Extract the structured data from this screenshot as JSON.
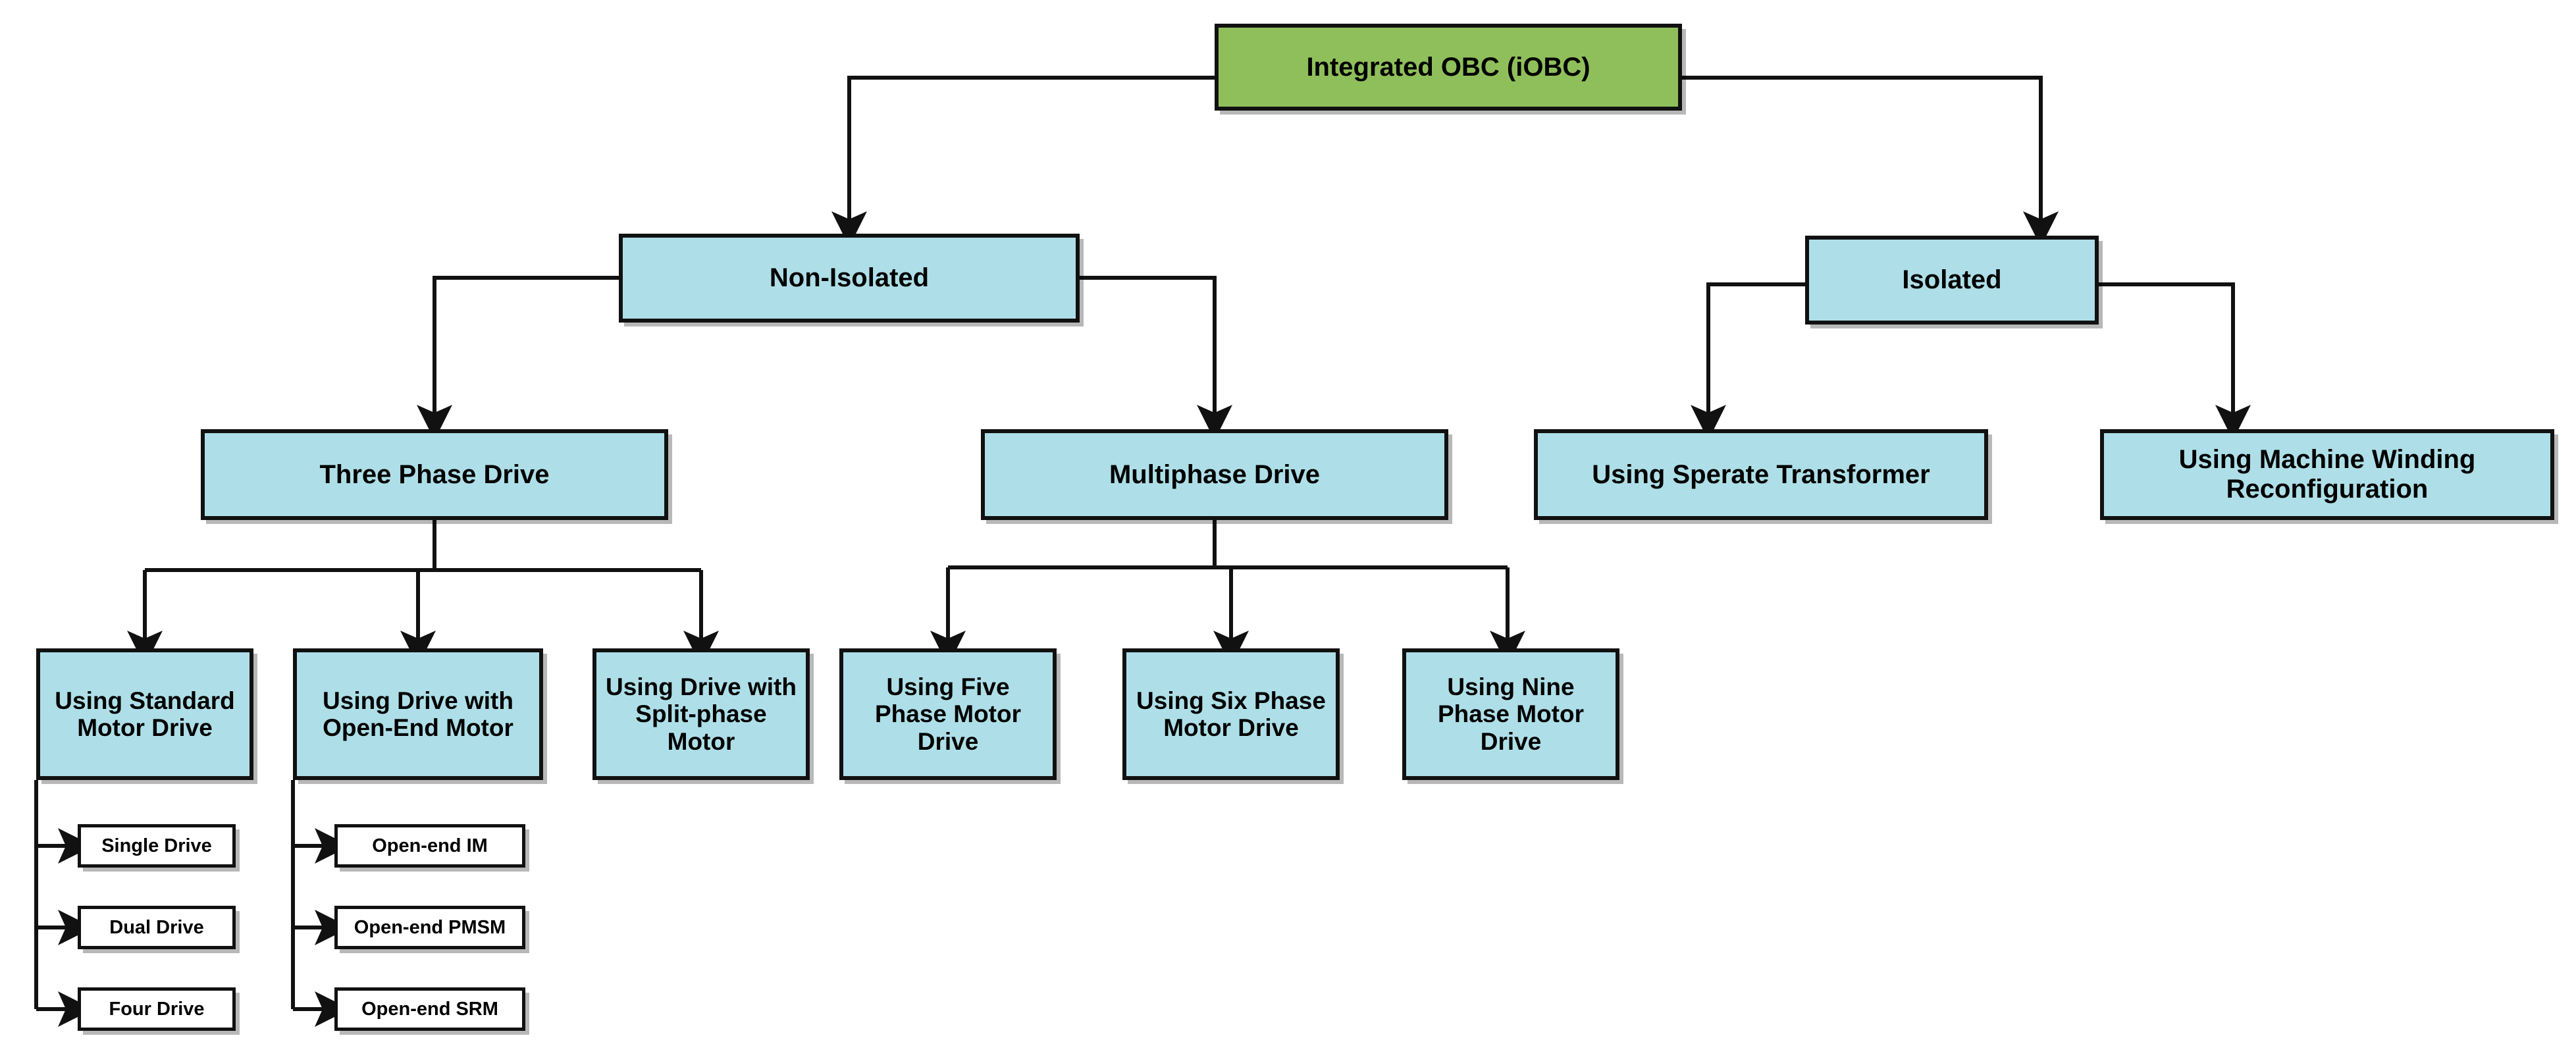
{
  "diagram": {
    "title": "Integrated OBC (iOBC) classification tree",
    "colors": {
      "root_fill": "#8FBF5A",
      "branch_fill": "#AEDFE8",
      "leaf_fill": "#FFFFFF",
      "stroke": "#111111",
      "background": "#FFFFFF"
    },
    "nodes": {
      "root": {
        "label": "Integrated OBC (iOBC)"
      },
      "non_isolated": {
        "label": "Non-Isolated"
      },
      "isolated": {
        "label": "Isolated"
      },
      "three_phase_drive": {
        "label": "Three Phase Drive"
      },
      "multiphase_drive": {
        "label": "Multiphase Drive"
      },
      "separate_transformer": {
        "label": "Using Sperate Transformer"
      },
      "machine_winding": {
        "label": "Using Machine Winding Reconfiguration"
      },
      "standard_motor_drive": {
        "label": "Using Standard Motor Drive"
      },
      "open_end_motor": {
        "label": "Using Drive with Open-End Motor"
      },
      "split_phase_motor": {
        "label": "Using Drive with Split-phase Motor"
      },
      "five_phase": {
        "label": "Using Five Phase Motor Drive"
      },
      "six_phase": {
        "label": "Using Six Phase Motor Drive"
      },
      "nine_phase": {
        "label": "Using Nine Phase Motor Drive"
      },
      "single_drive": {
        "label": "Single Drive"
      },
      "dual_drive": {
        "label": "Dual Drive"
      },
      "four_drive": {
        "label": "Four Drive"
      },
      "open_end_im": {
        "label": "Open-end IM"
      },
      "open_end_pmsm": {
        "label": "Open-end PMSM"
      },
      "open_end_srm": {
        "label": "Open-end SRM"
      }
    },
    "edges": [
      {
        "from": "root",
        "to": "non_isolated"
      },
      {
        "from": "root",
        "to": "isolated"
      },
      {
        "from": "non_isolated",
        "to": "three_phase_drive"
      },
      {
        "from": "non_isolated",
        "to": "multiphase_drive"
      },
      {
        "from": "isolated",
        "to": "separate_transformer"
      },
      {
        "from": "isolated",
        "to": "machine_winding"
      },
      {
        "from": "three_phase_drive",
        "to": "standard_motor_drive"
      },
      {
        "from": "three_phase_drive",
        "to": "open_end_motor"
      },
      {
        "from": "three_phase_drive",
        "to": "split_phase_motor"
      },
      {
        "from": "multiphase_drive",
        "to": "five_phase"
      },
      {
        "from": "multiphase_drive",
        "to": "six_phase"
      },
      {
        "from": "multiphase_drive",
        "to": "nine_phase"
      },
      {
        "from": "standard_motor_drive",
        "to": "single_drive"
      },
      {
        "from": "standard_motor_drive",
        "to": "dual_drive"
      },
      {
        "from": "standard_motor_drive",
        "to": "four_drive"
      },
      {
        "from": "open_end_motor",
        "to": "open_end_im"
      },
      {
        "from": "open_end_motor",
        "to": "open_end_pmsm"
      },
      {
        "from": "open_end_motor",
        "to": "open_end_srm"
      }
    ]
  }
}
